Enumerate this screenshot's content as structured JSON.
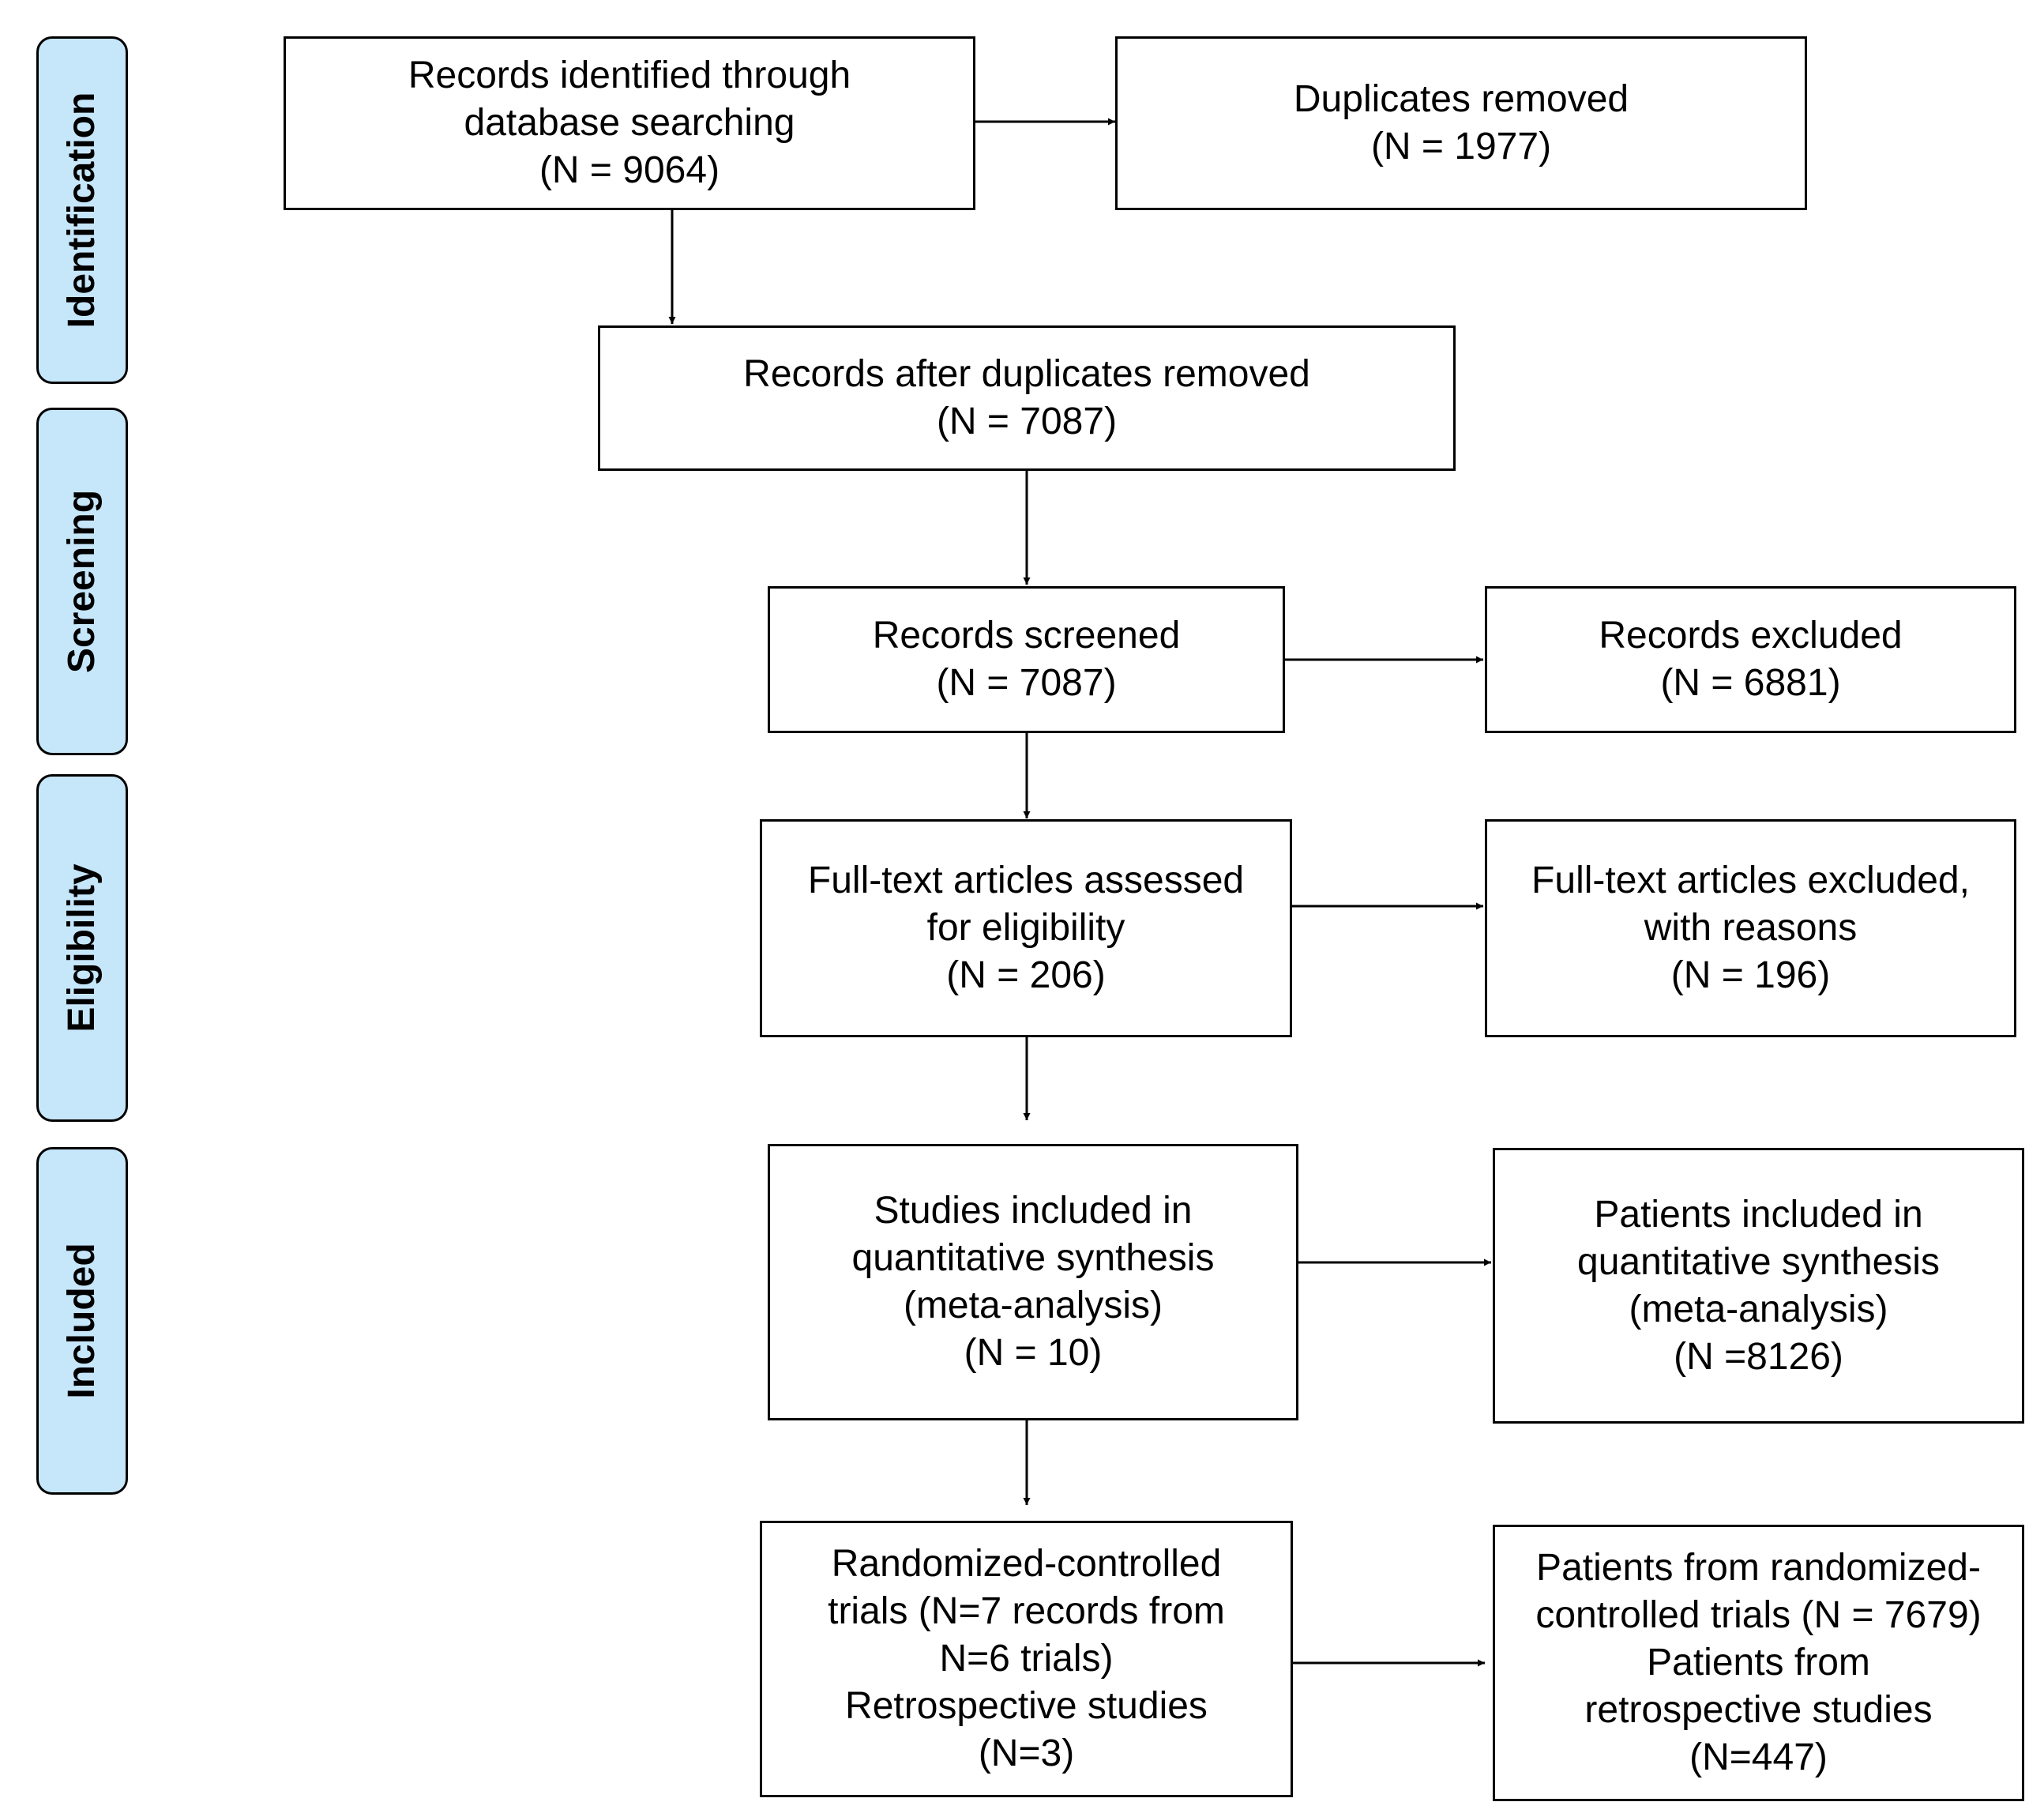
{
  "phases": {
    "identification": "Identification",
    "screening": "Screening",
    "eligibility": "Eligibility",
    "included": "Included"
  },
  "boxes": {
    "identified": [
      "Records identified through",
      "database searching",
      "(N = 9064)"
    ],
    "duplicates": [
      "Duplicates removed",
      "(N = 1977)"
    ],
    "after_duplicates": [
      "Records after duplicates removed",
      "(N = 7087)"
    ],
    "screened": [
      "Records screened",
      "(N = 7087)"
    ],
    "excluded": [
      "Records excluded",
      "(N = 6881)"
    ],
    "fulltext_assessed": [
      "Full-text articles assessed",
      "for eligibility",
      "(N = 206)"
    ],
    "fulltext_excluded": [
      "Full-text articles excluded,",
      "with reasons",
      "(N = 196)"
    ],
    "studies_included": [
      "Studies included in",
      "quantitative synthesis",
      "(meta-analysis)",
      "(N = 10)"
    ],
    "patients_included": [
      "Patients included in",
      "quantitative synthesis",
      "(meta-analysis)",
      "(N =8126)"
    ],
    "trials": [
      "Randomized-controlled",
      "trials (N=7 records from",
      "N=6 trials)",
      "Retrospective studies",
      "(N=3)"
    ],
    "patients_trials": [
      "Patients from randomized-",
      "controlled trials (N = 7679)",
      "Patients from",
      "retrospective studies",
      "(N=447)"
    ]
  }
}
